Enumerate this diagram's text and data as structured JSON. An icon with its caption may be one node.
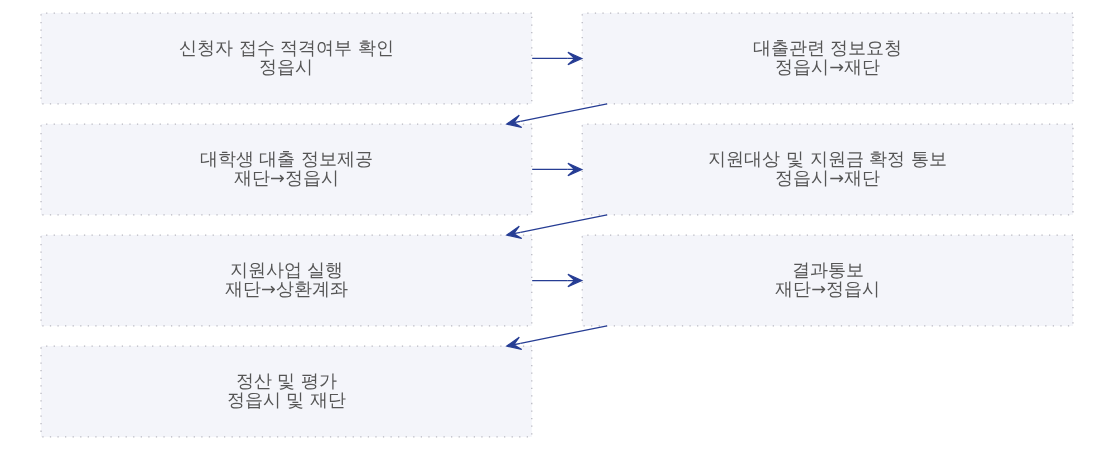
{
  "diagram": {
    "nodes": [
      {
        "text": [
          "신청자 접수 적격여부 확인",
          "정읍시"
        ]
      },
      {
        "text": [
          "대출관련 정보요청",
          "정읍시→재단"
        ]
      },
      {
        "text": [
          "대학생 대출 정보제공",
          "재단→정읍시"
        ]
      },
      {
        "text": [
          "지원대상 및 지원금 확정 통보",
          "정읍시→재단"
        ]
      },
      {
        "text": [
          "지원사업 실행",
          "재단→상환계좌"
        ]
      },
      {
        "text": [
          "결과통보",
          "재단→정읍시"
        ]
      },
      {
        "text": [
          "정산 및 평가",
          "정읍시 및 재단"
        ]
      }
    ],
    "edges": [
      {
        "from": 0,
        "to": 1,
        "arrow": "to"
      },
      {
        "from": 1,
        "to": 2,
        "arrow": "to"
      },
      {
        "from": 2,
        "to": 3,
        "arrow": "to"
      },
      {
        "from": 3,
        "to": 4,
        "arrow": "to"
      },
      {
        "from": 4,
        "to": 5,
        "arrow": "to"
      },
      {
        "from": 5,
        "to": 6,
        "arrow": "to"
      }
    ]
  }
}
